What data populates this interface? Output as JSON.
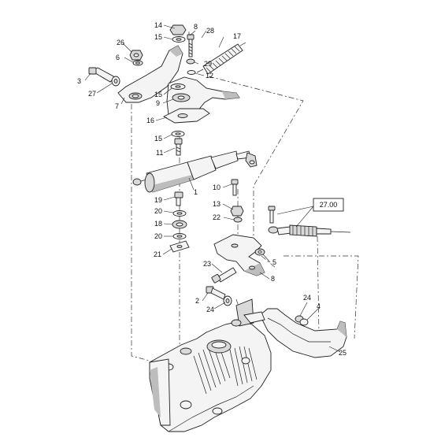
{
  "callouts": {
    "c1": "1",
    "c2": "2",
    "c3": "3",
    "c4": "4",
    "c5": "5",
    "c6": "6",
    "c7": "7",
    "c8": "8",
    "c9": "9",
    "c10": "10",
    "c11": "11",
    "c12": "12",
    "c13": "13",
    "c14": "14",
    "c15a": "15",
    "c15b": "15",
    "c15c": "15",
    "c16": "16",
    "c17": "17",
    "c18": "18",
    "c19": "19",
    "c20a": "20",
    "c20b": "20",
    "c21": "21",
    "c22": "22",
    "c23": "23",
    "c24a": "24",
    "c24b": "24",
    "c25": "25",
    "c26": "26",
    "c27": "27",
    "c28": "28",
    "c29": "29"
  },
  "reference_box": {
    "label": "27.00"
  }
}
